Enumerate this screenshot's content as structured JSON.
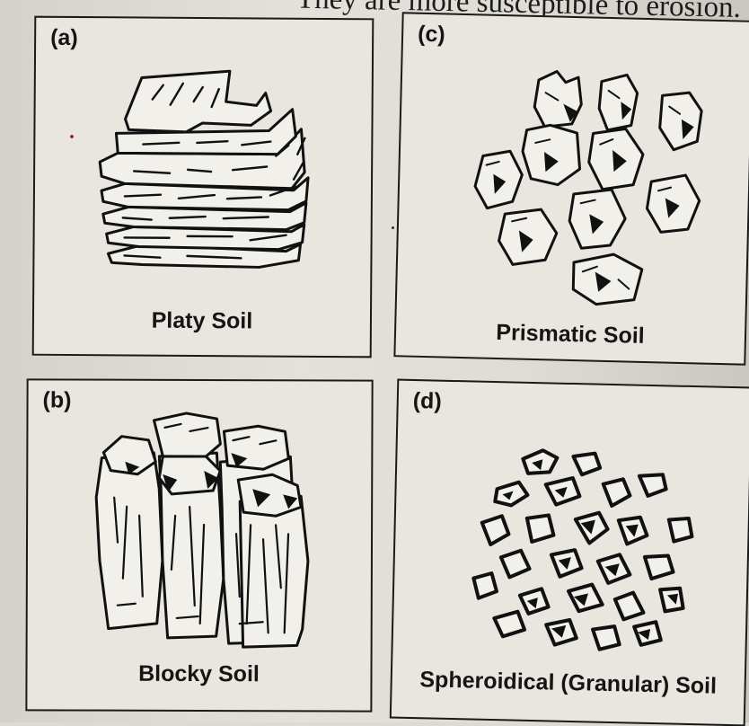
{
  "header_fragment": "They are more susceptible to erosion.",
  "panels": {
    "a": {
      "letter": "(a)",
      "caption": "Platy Soil"
    },
    "b": {
      "letter": "(b)",
      "caption": "Blocky Soil"
    },
    "c": {
      "letter": "(c)",
      "caption": "Prismatic Soil"
    },
    "d": {
      "letter": "(d)",
      "caption": "Spheroidical (Granular) Soil"
    }
  }
}
